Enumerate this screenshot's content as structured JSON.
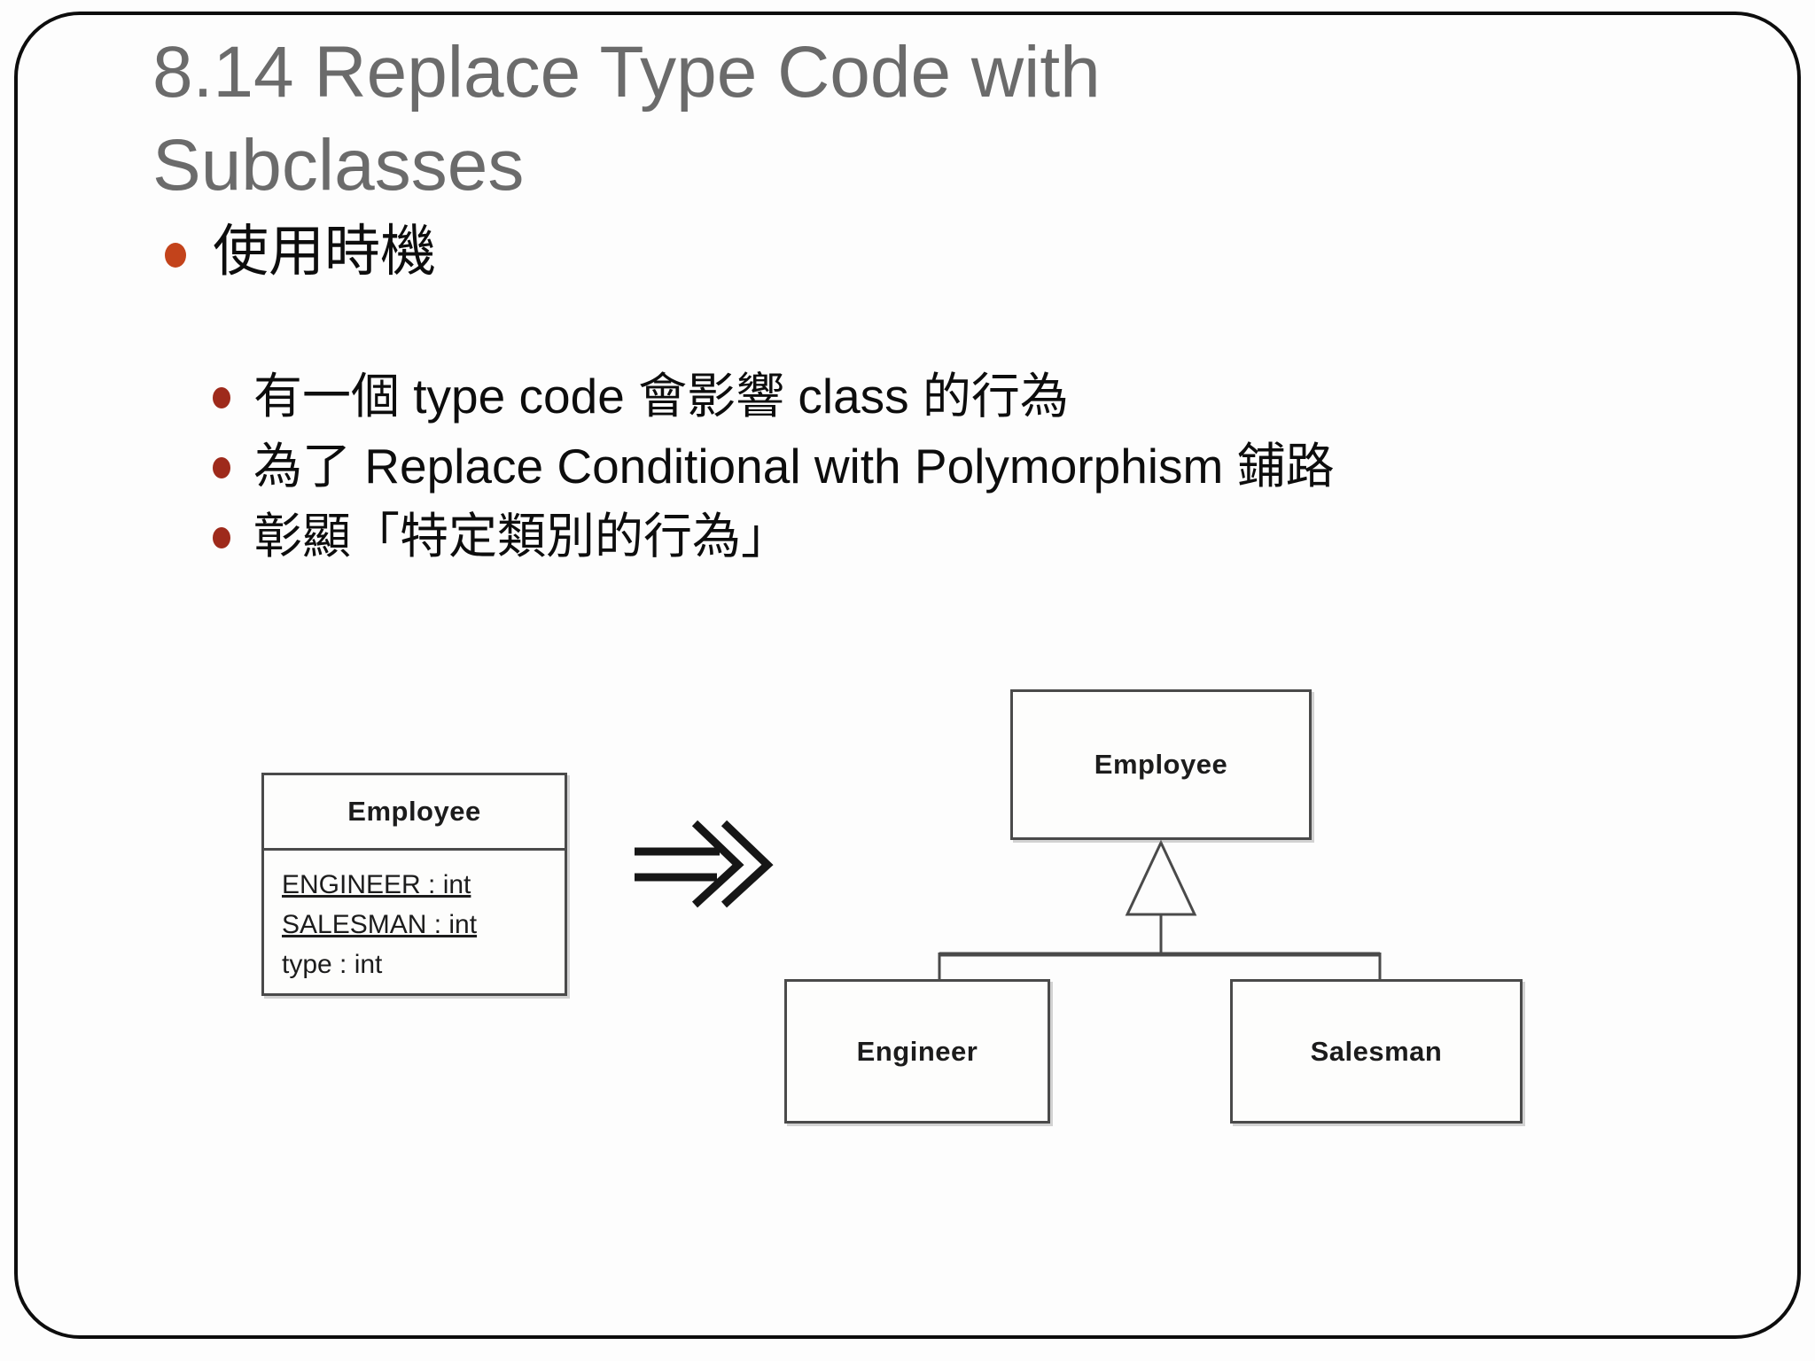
{
  "slide": {
    "title": "8.14 Replace Type Code with\nSubclasses",
    "bullets": {
      "level1": "使用時機",
      "level2": [
        "有一個 type code 會影響 class 的行為",
        "為了 Replace Conditional with Polymorphism 鋪路",
        "彰顯「特定類別的行為」"
      ]
    },
    "colors": {
      "title": "#6b6b6b",
      "text": "#0d0d0d",
      "bullet1_dot": "#c3431b",
      "bullet2_dot": "#9e2a1b",
      "diagram_line": "#4a4a4a",
      "frame_border": "#0d0d0d"
    }
  },
  "diagram": {
    "before_class": {
      "name": "Employee",
      "attributes": [
        {
          "text": "ENGINEER : int",
          "underline": true
        },
        {
          "text": "SALESMAN : int",
          "underline": true
        },
        {
          "text": "type : int",
          "underline": false
        }
      ]
    },
    "icons": {
      "transform_arrow": "double-right-arrow",
      "inheritance": "hollow-triangle-up"
    },
    "after": {
      "parent": "Employee",
      "children": [
        "Engineer",
        "Salesman"
      ]
    }
  }
}
